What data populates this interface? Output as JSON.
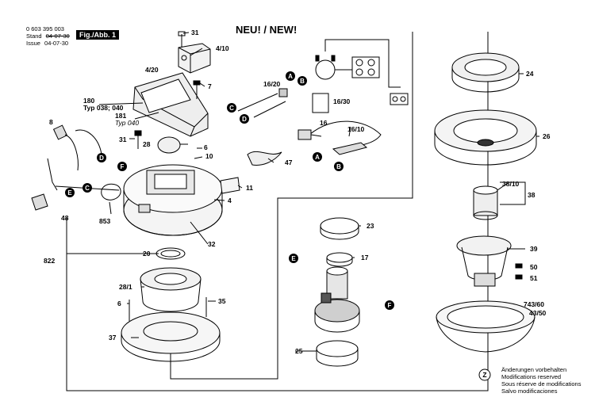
{
  "header": {
    "doc_number": "0 603 395 003",
    "stand_label": "Stand",
    "stand_value": "04-07-30",
    "issue_label": "Issue",
    "issue_value": "04-07-30",
    "figure_label": "Fig./Abb. 1"
  },
  "title": "NEU! / NEW!",
  "footer": {
    "marker": "Z",
    "lines": [
      "Änderungen vorbehalten",
      "Modifications reserved",
      "Sous réserve de modifications",
      "Salvo modificaciones"
    ]
  },
  "parts": {
    "p31a": "31",
    "p4_10": "4/10",
    "p4_20": "4/20",
    "p7": "7",
    "p180": "180",
    "p180_typ": "Typ 038; 040",
    "p181": "181",
    "p181_typ": "Typ 040",
    "p8": "8",
    "p31b": "31",
    "p28": "28",
    "p6a": "6",
    "p10": "10",
    "p16_20": "16/20",
    "p16_30": "16/30",
    "p16": "16",
    "p16_10": "16/10",
    "p47": "47",
    "p11": "11",
    "p4": "4",
    "p853": "853",
    "p48": "48",
    "p32": "32",
    "p822": "822",
    "p20": "20",
    "p28_1": "28/1",
    "p6b": "6",
    "p35": "35",
    "p37": "37",
    "p23": "23",
    "p17": "17",
    "p25": "25",
    "p24": "24",
    "p26": "26",
    "p38_10": "38/10",
    "p38": "38",
    "p39": "39",
    "p50": "50",
    "p51": "51",
    "p743_60": "743/60",
    "p43_50": "43/50"
  },
  "markers": {
    "A": "A",
    "B": "B",
    "C": "C",
    "D": "D",
    "E": "E",
    "F": "F"
  }
}
